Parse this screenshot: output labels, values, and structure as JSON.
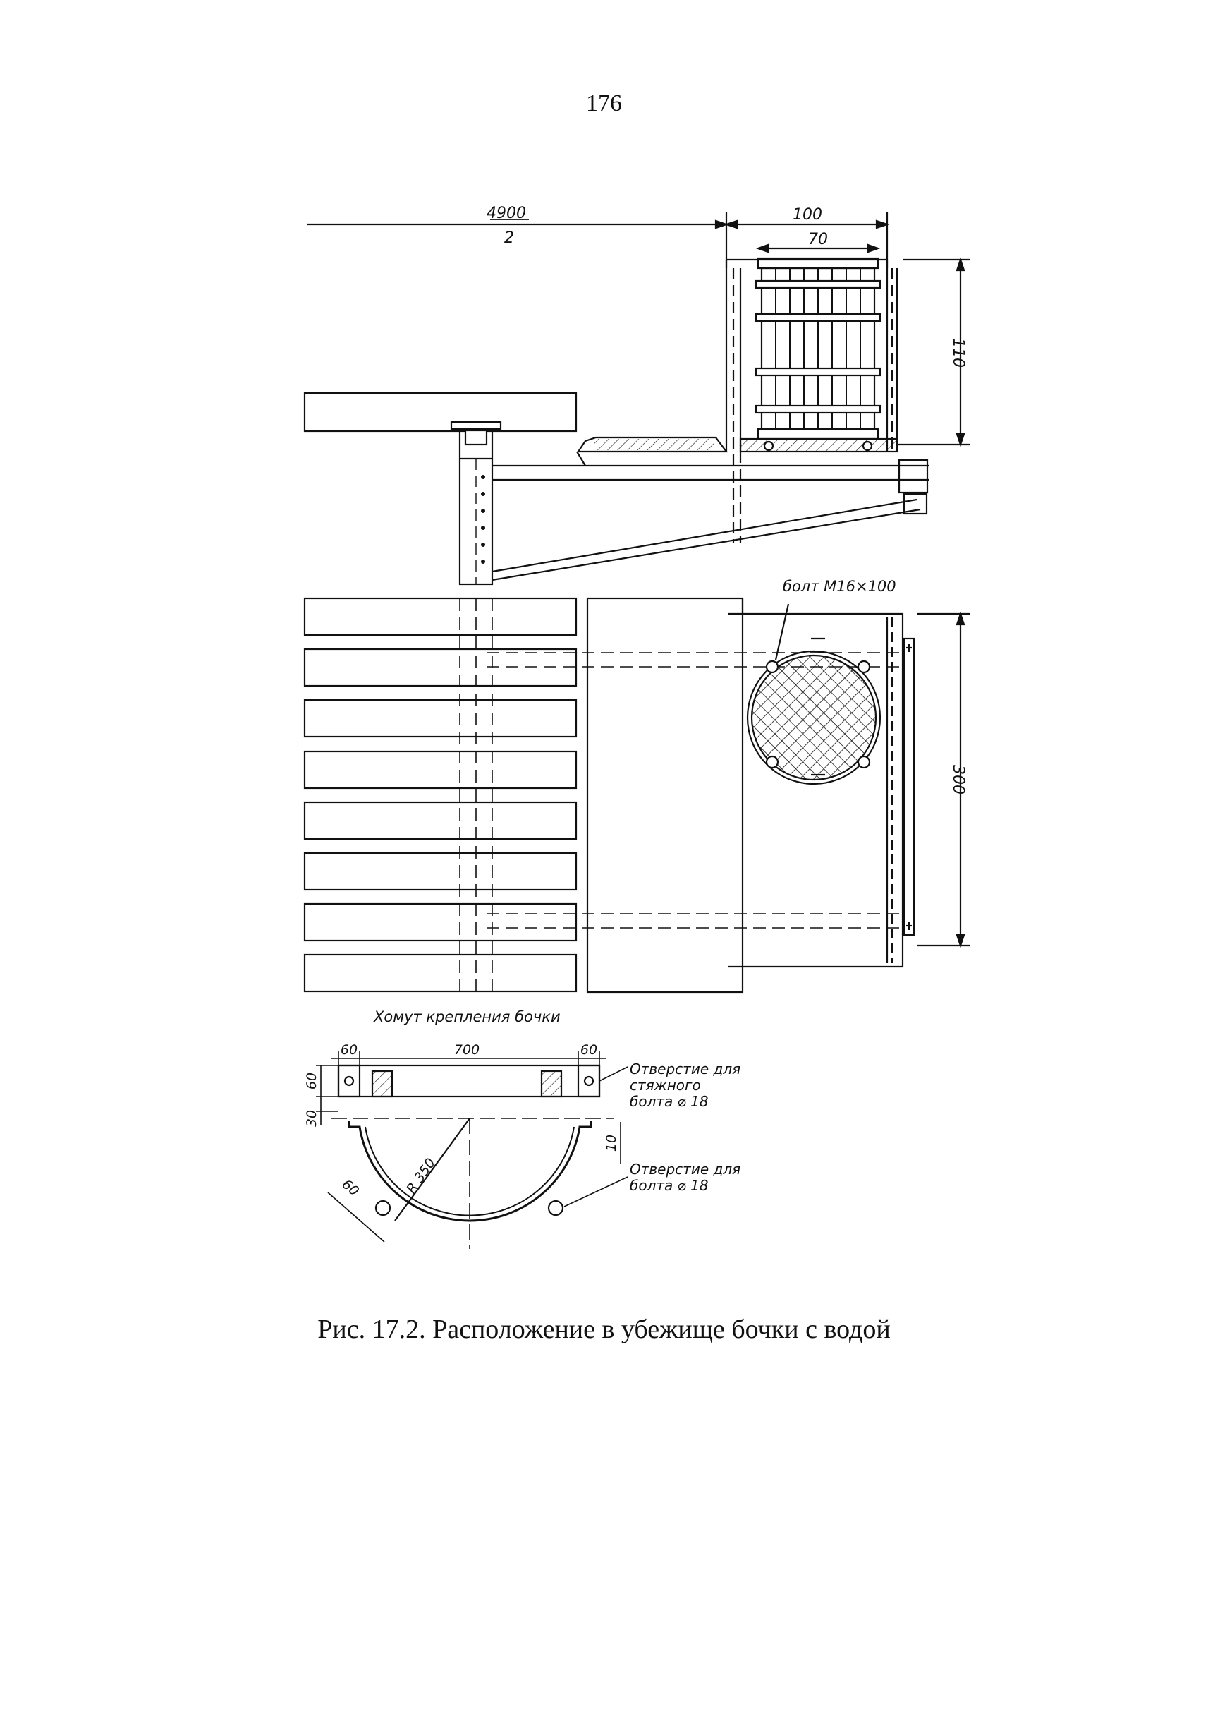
{
  "page_number": "176",
  "caption": "Рис. 17.2. Расположение в убежище бочки с водой",
  "drawing": {
    "dims": {
      "half_span_num": "4900",
      "half_span_den": "2",
      "width_outer": "100",
      "width_inner": "70",
      "height_barrel": "110",
      "height_plan": "300"
    },
    "bolt_label": "болт М16×100",
    "clamp": {
      "title": "Хомут крепления бочки",
      "dim_left": "60",
      "dim_span": "700",
      "dim_right": "60",
      "dim_height": "60",
      "dim_gap": "30",
      "dim_radius": "R 350",
      "dim_drop": "10",
      "dim_lug": "60",
      "note_tie_1": "Отверстие для",
      "note_tie_2": "стяжного",
      "note_tie_3": "болта ⌀ 18",
      "note_bolt_1": "Отверстие для",
      "note_bolt_2": "болта  ⌀ 18"
    }
  }
}
